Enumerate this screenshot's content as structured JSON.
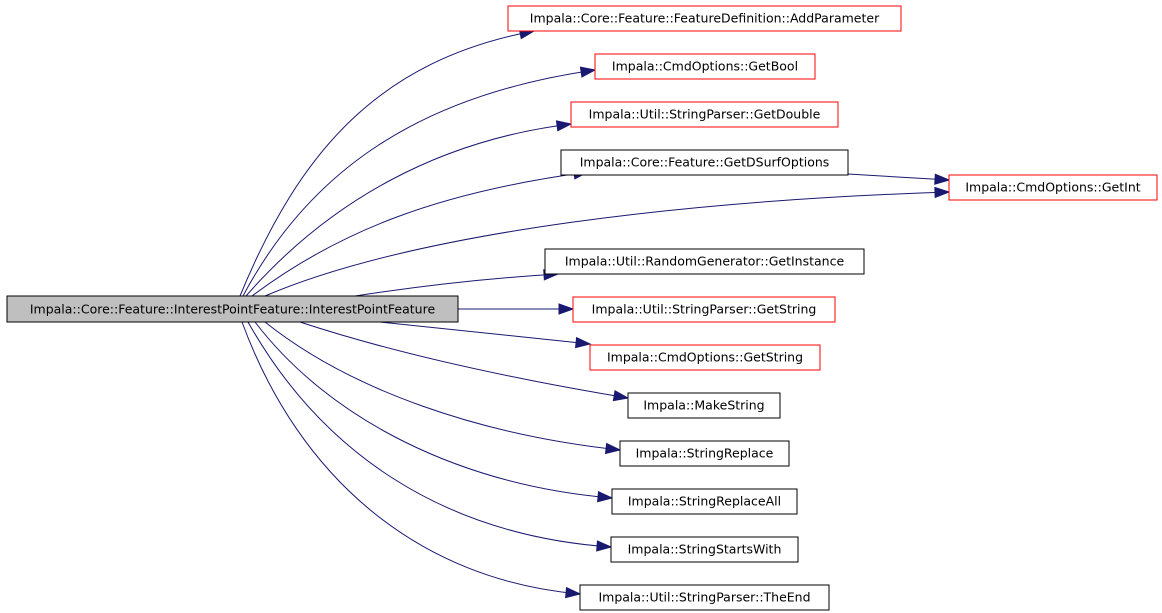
{
  "diagram": {
    "type": "call-graph",
    "colors": {
      "edge": "#191970",
      "root_fill": "#bfbfbf",
      "root_border": "#000000",
      "node_border_normal": "#000000",
      "node_border_truncated": "#ff0000",
      "node_fill": "#ffffff"
    },
    "root": {
      "id": "root",
      "label": "Impala::Core::Feature::InterestPointFeature::InterestPointFeature"
    },
    "nodes": [
      {
        "id": "addparam",
        "label": "Impala::Core::Feature::FeatureDefinition::AddParameter",
        "border": "red"
      },
      {
        "id": "getbool",
        "label": "Impala::CmdOptions::GetBool",
        "border": "red"
      },
      {
        "id": "getdouble",
        "label": "Impala::Util::StringParser::GetDouble",
        "border": "red"
      },
      {
        "id": "getdsurf",
        "label": "Impala::Core::Feature::GetDSurfOptions",
        "border": "black"
      },
      {
        "id": "getint",
        "label": "Impala::CmdOptions::GetInt",
        "border": "red"
      },
      {
        "id": "getinstance",
        "label": "Impala::Util::RandomGenerator::GetInstance",
        "border": "black"
      },
      {
        "id": "sp_getstring",
        "label": "Impala::Util::StringParser::GetString",
        "border": "red"
      },
      {
        "id": "co_getstring",
        "label": "Impala::CmdOptions::GetString",
        "border": "red"
      },
      {
        "id": "makestring",
        "label": "Impala::MakeString",
        "border": "black"
      },
      {
        "id": "strreplace",
        "label": "Impala::StringReplace",
        "border": "black"
      },
      {
        "id": "strreplaceall",
        "label": "Impala::StringReplaceAll",
        "border": "black"
      },
      {
        "id": "strstartswith",
        "label": "Impala::StringStartsWith",
        "border": "black"
      },
      {
        "id": "theend",
        "label": "Impala::Util::StringParser::TheEnd",
        "border": "black"
      }
    ],
    "edges": [
      {
        "from": "root",
        "to": "addparam"
      },
      {
        "from": "root",
        "to": "getbool"
      },
      {
        "from": "root",
        "to": "getdouble"
      },
      {
        "from": "root",
        "to": "getdsurf"
      },
      {
        "from": "root",
        "to": "getint"
      },
      {
        "from": "getdsurf",
        "to": "getint"
      },
      {
        "from": "root",
        "to": "getinstance"
      },
      {
        "from": "root",
        "to": "sp_getstring"
      },
      {
        "from": "root",
        "to": "co_getstring"
      },
      {
        "from": "root",
        "to": "makestring"
      },
      {
        "from": "root",
        "to": "strreplace"
      },
      {
        "from": "root",
        "to": "strreplaceall"
      },
      {
        "from": "root",
        "to": "strstartswith"
      },
      {
        "from": "root",
        "to": "theend"
      }
    ]
  }
}
